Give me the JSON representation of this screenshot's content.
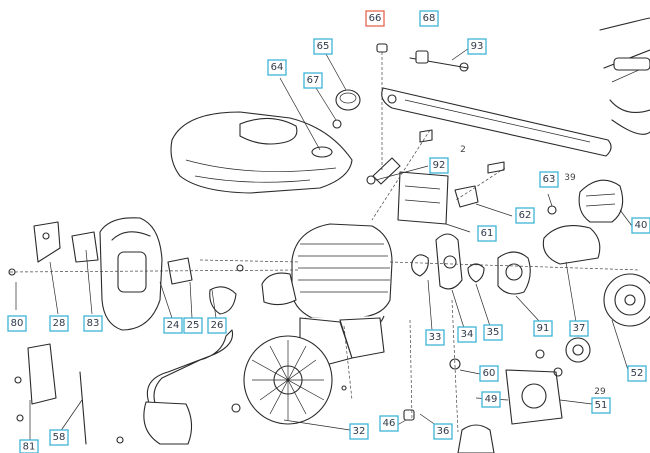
{
  "diagram": {
    "colors": {
      "label_border": "#3fb3d6",
      "highlight_border": "#e7664e",
      "line": "#2a2a2a"
    },
    "highlighted_part": "66",
    "callouts": [
      "68",
      "93",
      "65",
      "64",
      "67",
      "92",
      "62",
      "63",
      "61",
      "40",
      "80",
      "28",
      "83",
      "24",
      "25",
      "26",
      "33",
      "34",
      "35",
      "91",
      "37",
      "52",
      "60",
      "49",
      "51",
      "58",
      "81",
      "32",
      "46",
      "36"
    ],
    "plain_numbers": [
      "2",
      "39",
      "29"
    ]
  }
}
